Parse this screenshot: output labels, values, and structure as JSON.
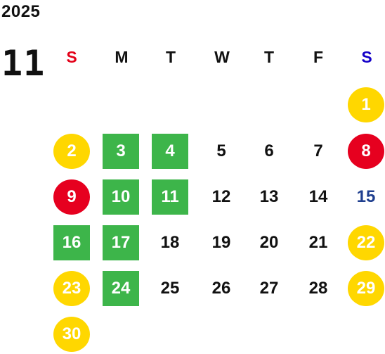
{
  "calendar": {
    "year": "2025",
    "month": "11",
    "weekdays": [
      "S",
      "M",
      "T",
      "W",
      "T",
      "F",
      "S"
    ],
    "colors": {
      "sunday_header": "#e30018",
      "saturday_header": "#1400c8",
      "circle_yellow": "#ffd700",
      "circle_red": "#e6001f",
      "square_green": "#3db54a",
      "text_blue": "#1f3f8f"
    },
    "days": [
      {
        "label": "1",
        "style": "yellow"
      },
      {
        "label": "2",
        "style": "yellow"
      },
      {
        "label": "3",
        "style": "green"
      },
      {
        "label": "4",
        "style": "green"
      },
      {
        "label": "5",
        "style": "plain"
      },
      {
        "label": "6",
        "style": "plain"
      },
      {
        "label": "7",
        "style": "plain"
      },
      {
        "label": "8",
        "style": "red"
      },
      {
        "label": "9",
        "style": "red"
      },
      {
        "label": "10",
        "style": "green"
      },
      {
        "label": "11",
        "style": "green"
      },
      {
        "label": "12",
        "style": "plain"
      },
      {
        "label": "13",
        "style": "plain"
      },
      {
        "label": "14",
        "style": "plain"
      },
      {
        "label": "15",
        "style": "blue-text"
      },
      {
        "label": "16",
        "style": "green"
      },
      {
        "label": "17",
        "style": "green"
      },
      {
        "label": "18",
        "style": "plain"
      },
      {
        "label": "19",
        "style": "plain"
      },
      {
        "label": "20",
        "style": "plain"
      },
      {
        "label": "21",
        "style": "plain"
      },
      {
        "label": "22",
        "style": "yellow"
      },
      {
        "label": "23",
        "style": "yellow"
      },
      {
        "label": "24",
        "style": "green"
      },
      {
        "label": "25",
        "style": "plain"
      },
      {
        "label": "26",
        "style": "plain"
      },
      {
        "label": "27",
        "style": "plain"
      },
      {
        "label": "28",
        "style": "plain"
      },
      {
        "label": "29",
        "style": "yellow"
      },
      {
        "label": "30",
        "style": "yellow"
      }
    ]
  }
}
